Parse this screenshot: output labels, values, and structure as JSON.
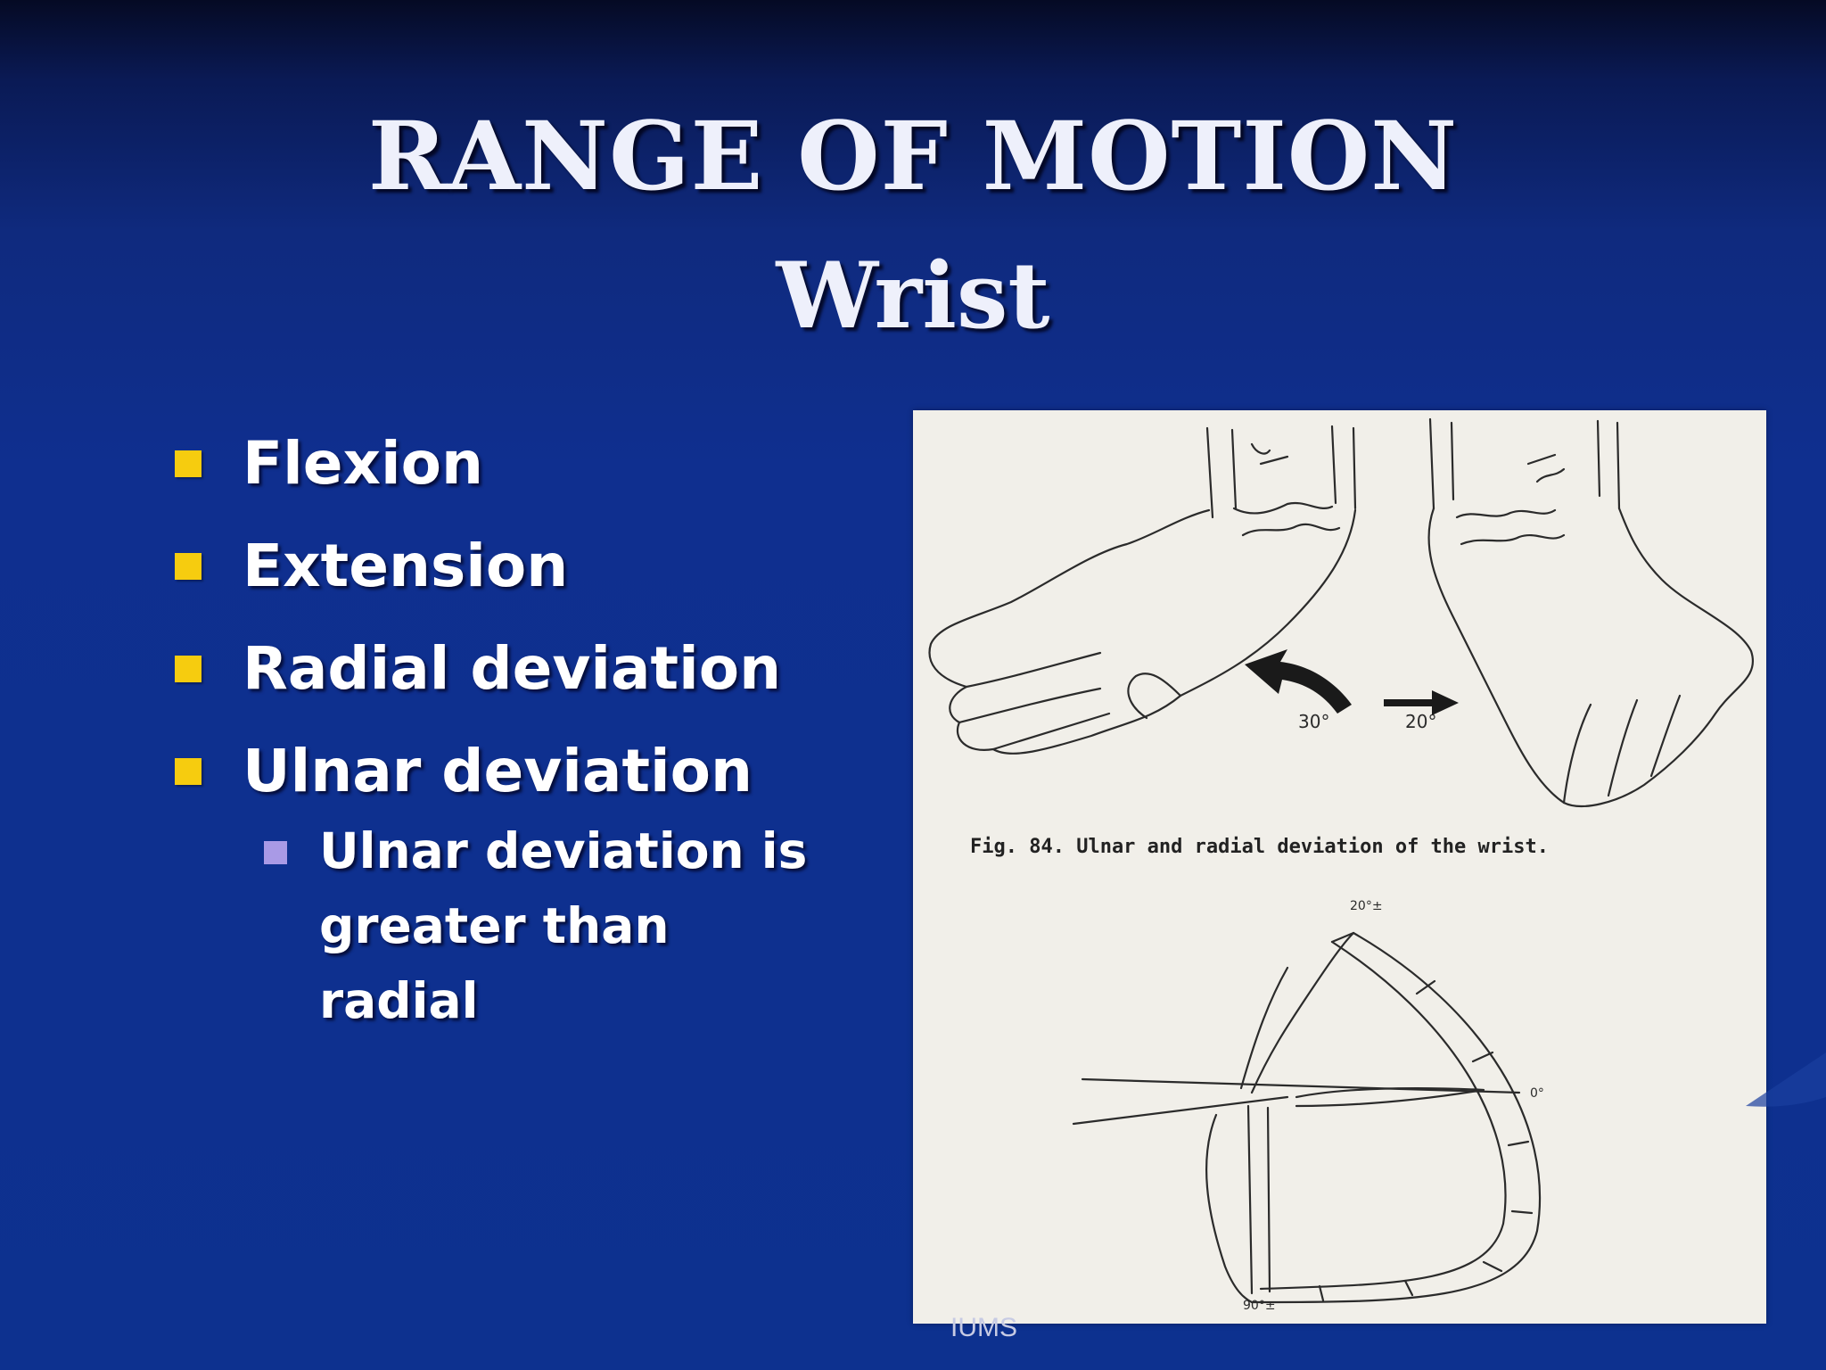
{
  "slide": {
    "title_line1": "RANGE OF MOTION",
    "title_line2": "Wrist",
    "bullets": [
      "Flexion",
      "Extension",
      "Radial deviation",
      "Ulnar deviation"
    ],
    "sub_bullet_line1": "Ulnar deviation is",
    "sub_bullet_line2": "greater than radial",
    "footer": "IUMS"
  },
  "figure": {
    "angle_left": "30°",
    "angle_right": "20°",
    "caption": "Fig.  84.  Ulnar and radial deviation of the wrist.",
    "arc_top_label": "20°±",
    "arc_right_label": "0°",
    "arc_bottom_label": "90°±"
  },
  "colors": {
    "background": "#0f2f8f",
    "bullet_primary": "#f6cc0f",
    "bullet_secondary": "#a99ae6",
    "figure_paper": "#f1efe9"
  }
}
